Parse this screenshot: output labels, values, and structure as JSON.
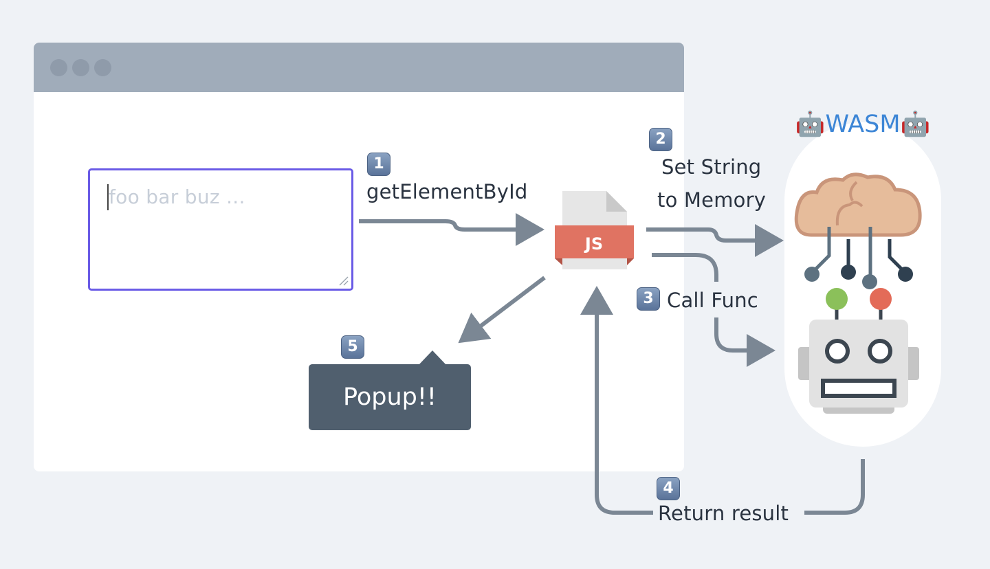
{
  "browser": {
    "textarea": {
      "placeholder": "foo bar buz ..."
    },
    "popup": {
      "text": "Popup!!"
    }
  },
  "js_file": {
    "label": "JS"
  },
  "wasm": {
    "title": "🤖WASM🤖"
  },
  "steps": [
    {
      "number": "1",
      "label": "getElementById"
    },
    {
      "number": "2",
      "label_line1": "Set String",
      "label_line2": "to Memory"
    },
    {
      "number": "3",
      "label": "Call Func"
    },
    {
      "number": "4",
      "label": "Return result"
    },
    {
      "number": "5"
    }
  ],
  "colors": {
    "background": "#eff2f6",
    "titlebar": "#a0acba",
    "textarea_border": "#6a5be6",
    "popup": "#505f6e",
    "arrow": "#7b8794",
    "js_red": "#e07362",
    "wasm_blue": "#3d86d6"
  }
}
